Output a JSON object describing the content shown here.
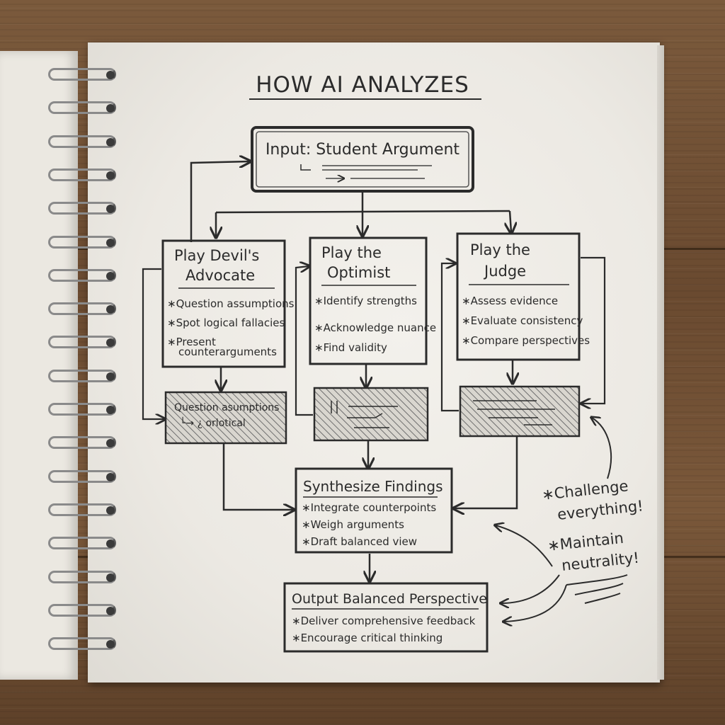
{
  "title": "HOW AI ANALYZES",
  "input_box": {
    "label": "Input: Student Argument"
  },
  "columns": [
    {
      "title_line1": "Play Devil's",
      "title_line2": "Advocate",
      "bullets": [
        "Question assumptions",
        "Spot logical fallacies",
        "Present",
        "counterarguments"
      ],
      "scratch_line1": "Question asumptions",
      "scratch_line2": "└→ ¿ orlotical"
    },
    {
      "title_line1": "Play the",
      "title_line2": "Optimist",
      "bullets": [
        "Identify strengths",
        "Acknowledge nuance",
        "Find validity"
      ]
    },
    {
      "title_line1": "Play the",
      "title_line2": "Judge",
      "bullets": [
        "Assess evidence",
        "Evaluate consistency",
        "Compare perspectives"
      ]
    }
  ],
  "synthesize": {
    "title": "Synthesize Findings",
    "bullets": [
      "Integrate counterpoints",
      "Weigh arguments",
      "Draft balanced view"
    ]
  },
  "output": {
    "title": "Output Balanced Perspective",
    "bullets": [
      "Deliver comprehensive feedback",
      "Encourage critical thinking"
    ]
  },
  "notes": {
    "note1_line1": "Challenge",
    "note1_line2": "everything!",
    "note2_line1": "Maintain",
    "note2_line2": "neutrality!"
  },
  "bullet_glyph": "∗",
  "colors": {
    "ink": "#2b2b2b",
    "paper": "#efede8",
    "hatch": "#8c8c8c",
    "wood": "#6f4f34"
  }
}
